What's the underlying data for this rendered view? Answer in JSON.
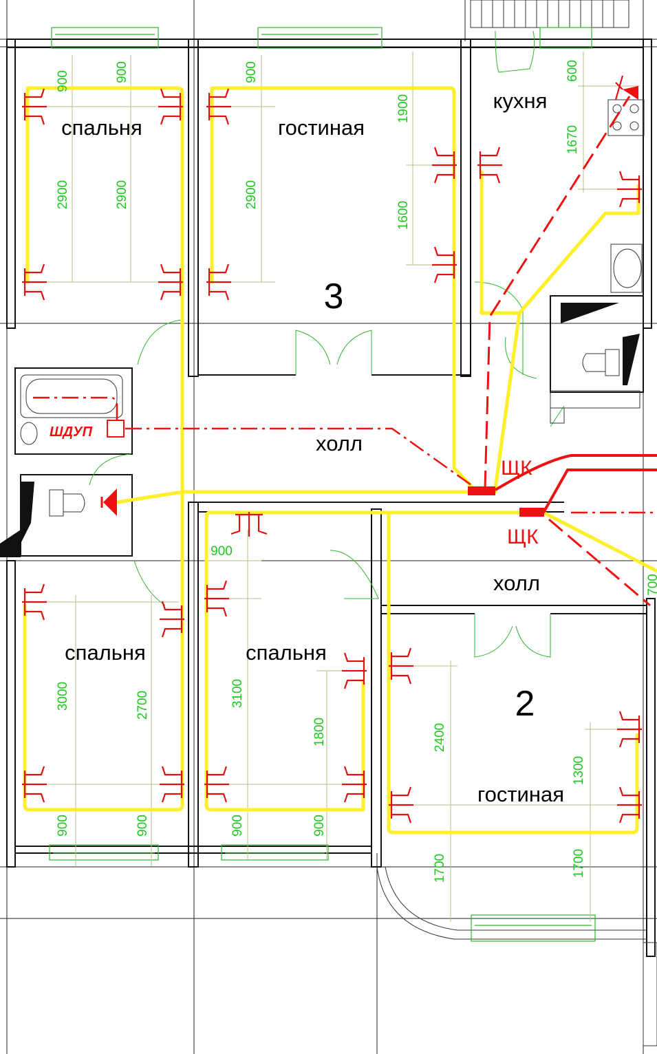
{
  "rooms": {
    "bedroom_top_left": "спальня",
    "living_top": "гостиная",
    "kitchen": "кухня",
    "hall_top": "холл",
    "hall_right": "холл",
    "bedroom_bottom_left": "спальня",
    "bedroom_bottom_mid": "спальня",
    "living_bottom": "гостиная"
  },
  "apartments": {
    "apt3": "3",
    "apt2": "2"
  },
  "panels": {
    "shk_top": "ЩК",
    "shk_bottom": "ЩК",
    "shdup": "ШДУП"
  },
  "dimensions": {
    "d1": "900",
    "d2": "900",
    "d3": "900",
    "d4": "2900",
    "d5": "2900",
    "d6": "2900",
    "d7": "1900",
    "d8": "1600",
    "d9": "600",
    "d10": "1670",
    "d11": "900",
    "d12": "3000",
    "d13": "2700",
    "d14": "3100",
    "d15": "1800",
    "d16": "900",
    "d17": "900",
    "d18": "900",
    "d19": "900",
    "d20": "2400",
    "d21": "1300",
    "d22": "1700",
    "d23": "1700",
    "d24": "700"
  },
  "colors": {
    "wiring": "#ffef2a",
    "circuit": "#ee1111",
    "dimension": "#1ec81e",
    "walls": "#111111"
  },
  "icons": [
    "ceiling-lamp-icon",
    "wall-lamp-icon",
    "electrical-panel-icon",
    "bathtub-icon",
    "toilet-icon",
    "sink-icon",
    "stove-icon"
  ]
}
